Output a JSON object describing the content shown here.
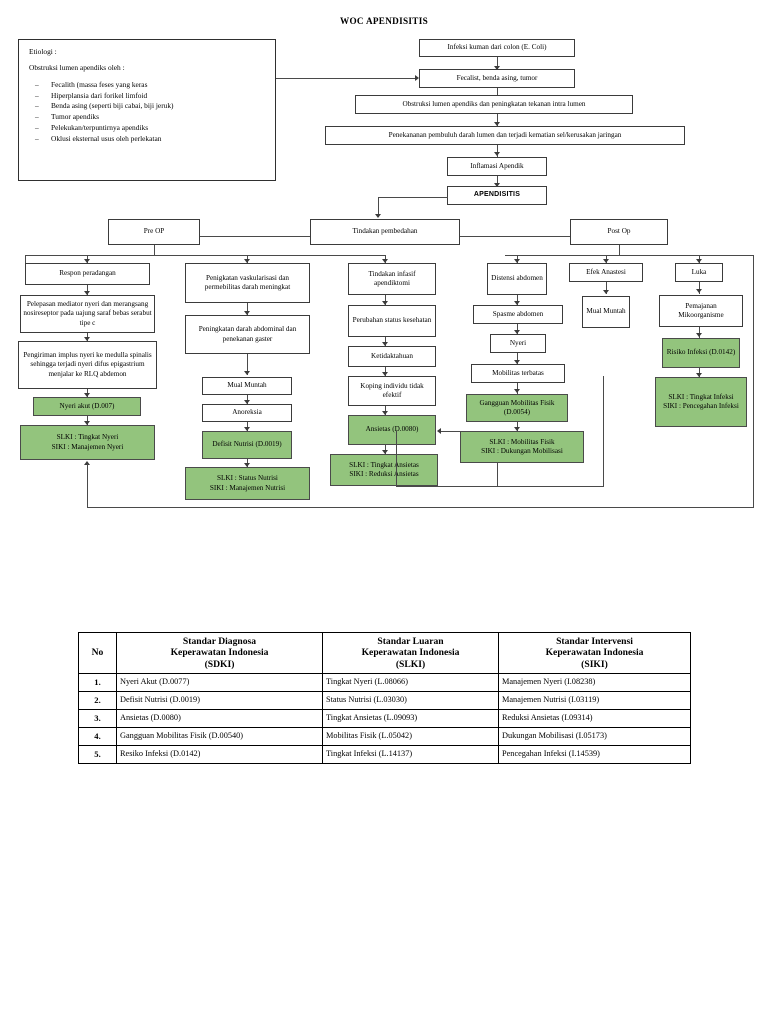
{
  "document": {
    "title": "WOC APENDISITIS"
  },
  "etiologi": {
    "heading": "Etiologi :",
    "subheading": "Obstruksi lumen apendiks oleh :",
    "bullet_marker": "–",
    "items": [
      "Fecalith (massa feses yang keras",
      "Hiperplansia dari forikel limfoid",
      "Benda asing (seperti biji cabai, biji jeruk)",
      "Tumor apendiks",
      "Pelekukan/terpuntirnya apendiks",
      "Oklusi eksternal usus oleh perlekatan"
    ]
  },
  "flow": {
    "pathophysiology": [
      "Infeksi kuman dari colon (E. Coli)",
      "Fecalist, benda asing, tumor",
      "Obstruksi lumen apendiks dan peningkatan tekanan intra lumen",
      "Penekananan pembuluh darah lumen dan terjadi kematian sel/kerusakan jaringan",
      "Inflamasi Apendik",
      "APENDISITIS"
    ],
    "treatment_row": {
      "pre_op": "Pre OP",
      "surgery": "Tindakan pembedahan",
      "post_op": "Post Op"
    },
    "branch_pain": [
      "Respon peradangan",
      "Pelepasan mediator nyeri dan merangsang nosireseptor pada uajung saraf bebas serabut tipe c",
      "Pengiriman implus nyeri ke medulla spinalis sehingga terjadi nyeri difus epigastrium menjalar ke RLQ abdemon",
      "Nyeri akut (D.007)",
      "SLKI : Tingkat Nyeri\nSIKI : Manajemen Nyeri"
    ],
    "branch_nutrition": [
      "Penigkatan vaskularisasi dan permebilitas darah meningkat",
      "Peningkatan darah abdominal dan penekanan gaster",
      "Mual Muntah",
      "Anoreksia",
      "Defisit Nutrisi (D.0019)",
      "SLKI : Status Nutrisi\nSIKI : Manajemen Nutrisi"
    ],
    "branch_anxiety": [
      "Tindakan infasif apendiktomi",
      "Perubahan status kesehatan",
      "Ketidaktahuan",
      "Koping individu tidak efektif",
      "Ansietas (D.0080)",
      "SLKI : Tingkat Ansietas\nSIKI : Reduksi Ansietas"
    ],
    "branch_mobility": [
      "Distensi abdomen",
      "Spasme abdomen",
      "Nyeri",
      "Mobilitas terbatas",
      "Gangguan Mobilitas Fisik (D.0054)",
      "SLKI : Mobilitas Fisik\nSIKI : Dukungan Mobilisasi"
    ],
    "branch_anesthesia": [
      "Efek Anastesi",
      "Mual Muntah"
    ],
    "branch_infection": [
      "Luka",
      "Pemajanan Mikoorganisme",
      "Risiko Infeksi (D.0142)",
      "SLKI : Tingkat Infeksi\nSIKI : Pencegahan Infeksi"
    ]
  },
  "table": {
    "headers": [
      "No",
      "Standar Diagnosa\nKeperawatan Indonesia\n(SDKI)",
      "Standar Luaran\nKeperawatan Indonesia\n(SLKI)",
      "Standar Intervensi\nKeperawatan Indonesia\n(SIKI)"
    ],
    "rows": [
      {
        "no": "1.",
        "sdki": "Nyeri Akut (D.0077)",
        "slki": "Tingkat Nyeri (L.08066)",
        "siki": "Manajemen Nyeri (I.08238)"
      },
      {
        "no": "2.",
        "sdki": "Defisit Nutrisi (D.0019)",
        "slki": "Status Nutrisi (L.03030)",
        "siki": "Manajemen Nutrisi (I.03119)"
      },
      {
        "no": "3.",
        "sdki": "Ansietas (D.0080)",
        "slki": "Tingkat Ansietas (L.09093)",
        "siki": "Reduksi Ansietas (I.09314)"
      },
      {
        "no": "4.",
        "sdki": "Gangguan Mobilitas Fisik (D.00540)",
        "slki": "Mobilitas Fisik (L.05042)",
        "siki": "Dukungan Mobilisasi (I.05173)"
      },
      {
        "no": "5.",
        "sdki": "Resiko Infeksi (D.0142)",
        "slki": "Tingkat Infeksi (L.14137)",
        "siki": "Pencegahan Infeksi (I.14539)"
      }
    ]
  },
  "colors": {
    "diagnosis_fill": "#93c47d",
    "box_border": "#3b3b3b",
    "page_background": "#ffffff"
  }
}
